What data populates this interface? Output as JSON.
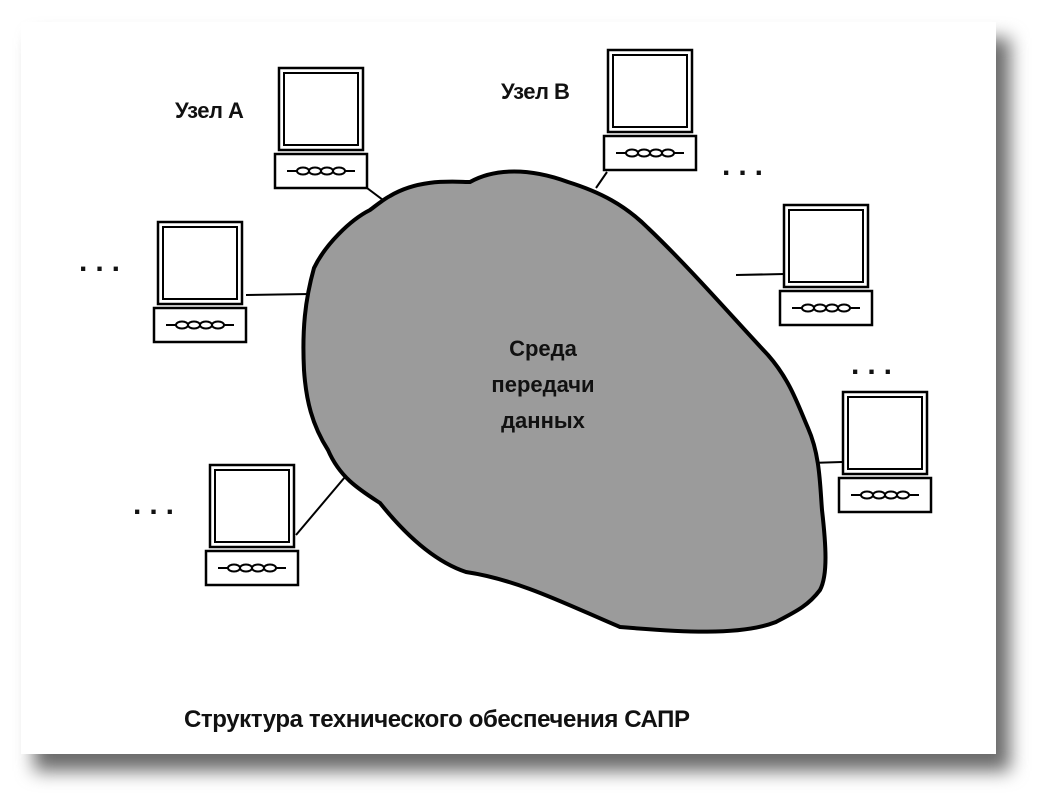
{
  "node_labels": {
    "a": "Узел А",
    "b": "Узел В"
  },
  "medium": {
    "line1": "Среда",
    "line2": "передачи",
    "line3": "данных"
  },
  "ellipsis": "...",
  "caption": "Структура технического обеспечения САПР",
  "colors": {
    "medium_fill": "#9b9b9b",
    "stroke": "#000000"
  }
}
